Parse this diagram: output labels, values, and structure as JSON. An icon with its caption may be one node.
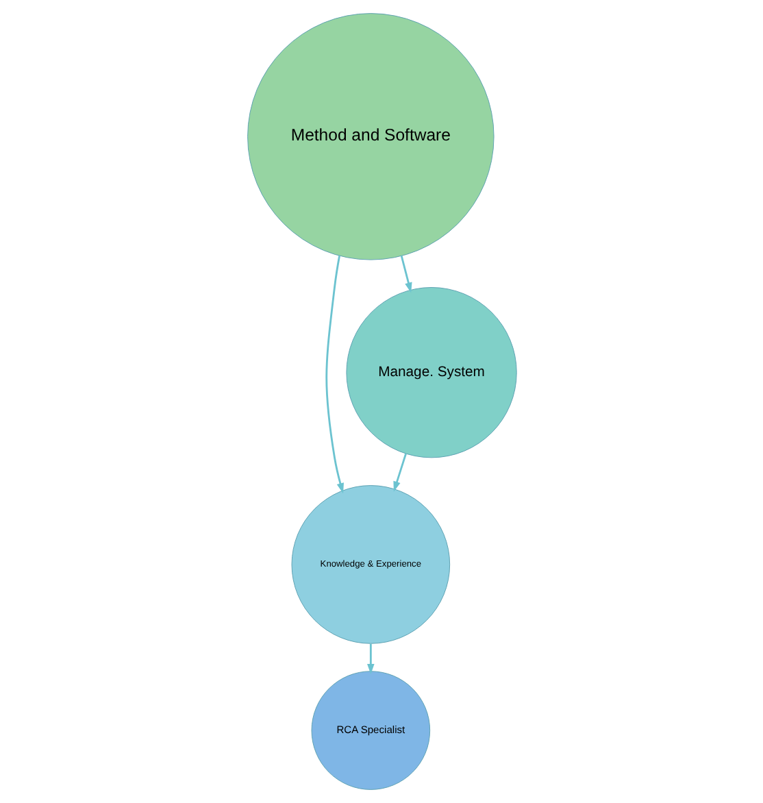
{
  "diagram": {
    "nodes": [
      {
        "text": [
          "Knowledge & Experience"
        ]
      },
      {
        "text": [
          "RCA Specialist"
        ]
      },
      {
        "text": [
          "Manage. System"
        ]
      },
      {
        "text": [
          "Method and Software"
        ]
      }
    ],
    "edges": [
      {
        "from": 2,
        "to": 0,
        "arrow": "to"
      },
      {
        "from": 3,
        "to": 0,
        "arrow": "to"
      },
      {
        "from": 0,
        "to": 1,
        "arrow": "to"
      },
      {
        "from": 3,
        "to": 2,
        "arrow": "to"
      }
    ]
  }
}
